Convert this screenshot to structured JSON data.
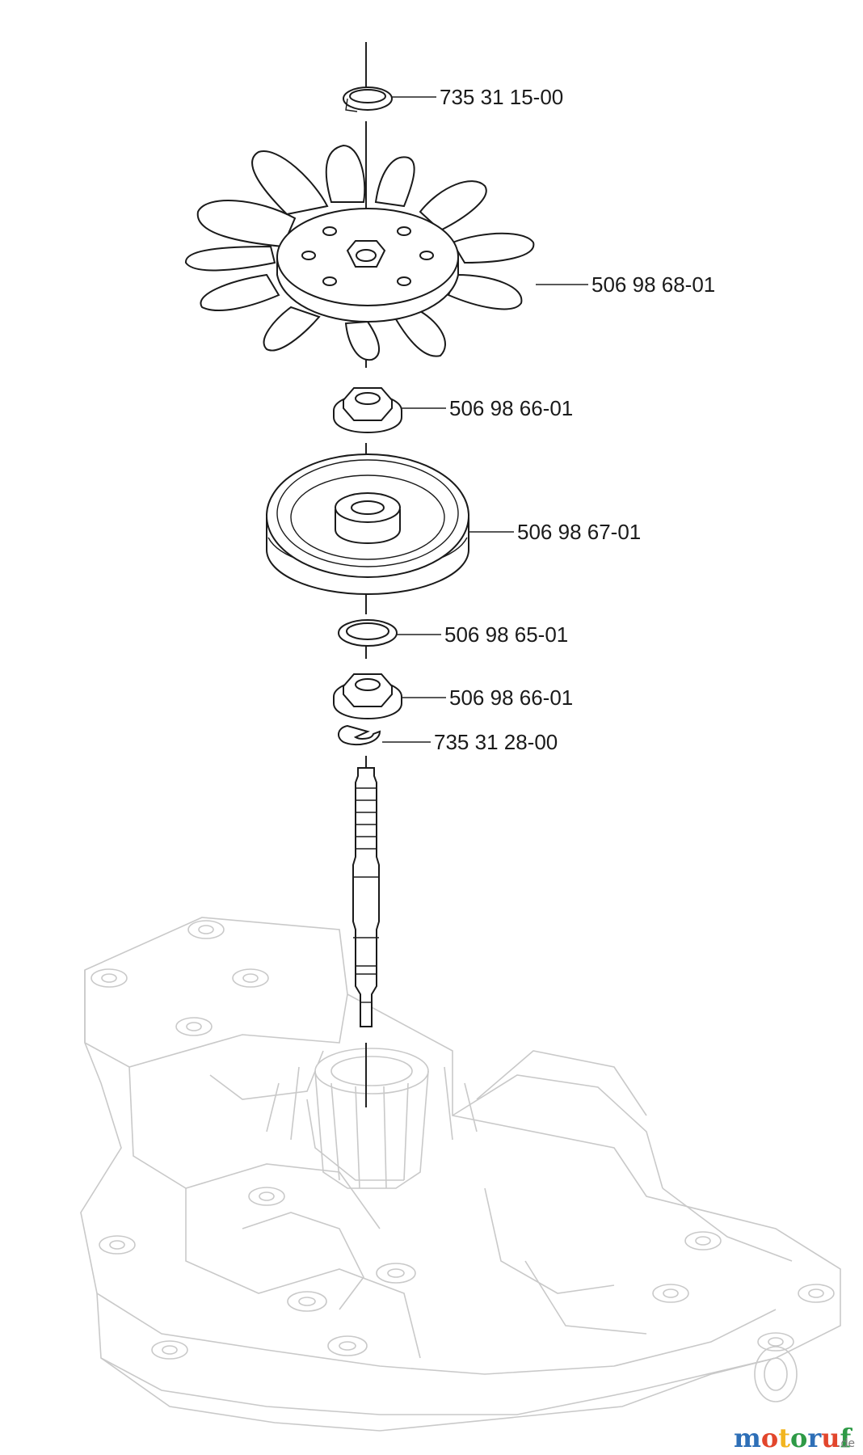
{
  "diagram": {
    "parts": [
      {
        "number": "735 31 15-00",
        "component": "upper retaining clip"
      },
      {
        "number": "506 98 68-01",
        "component": "cooling fan"
      },
      {
        "number": "506 98 66-01",
        "component": "upper hex hub"
      },
      {
        "number": "506 98 67-01",
        "component": "pulley"
      },
      {
        "number": "506 98 65-01",
        "component": "wave washer"
      },
      {
        "number": "506 98 66-01",
        "component": "lower hex hub"
      },
      {
        "number": "735 31 28-00",
        "component": "e-clip"
      }
    ],
    "watermark": {
      "brand": "motoruf",
      "suffix": ".de",
      "colors": [
        "#2e6fb7",
        "#e2462c",
        "#f2b51f",
        "#2e9a46",
        "#2e6fb7",
        "#e2462c",
        "#2e9a46"
      ]
    }
  }
}
